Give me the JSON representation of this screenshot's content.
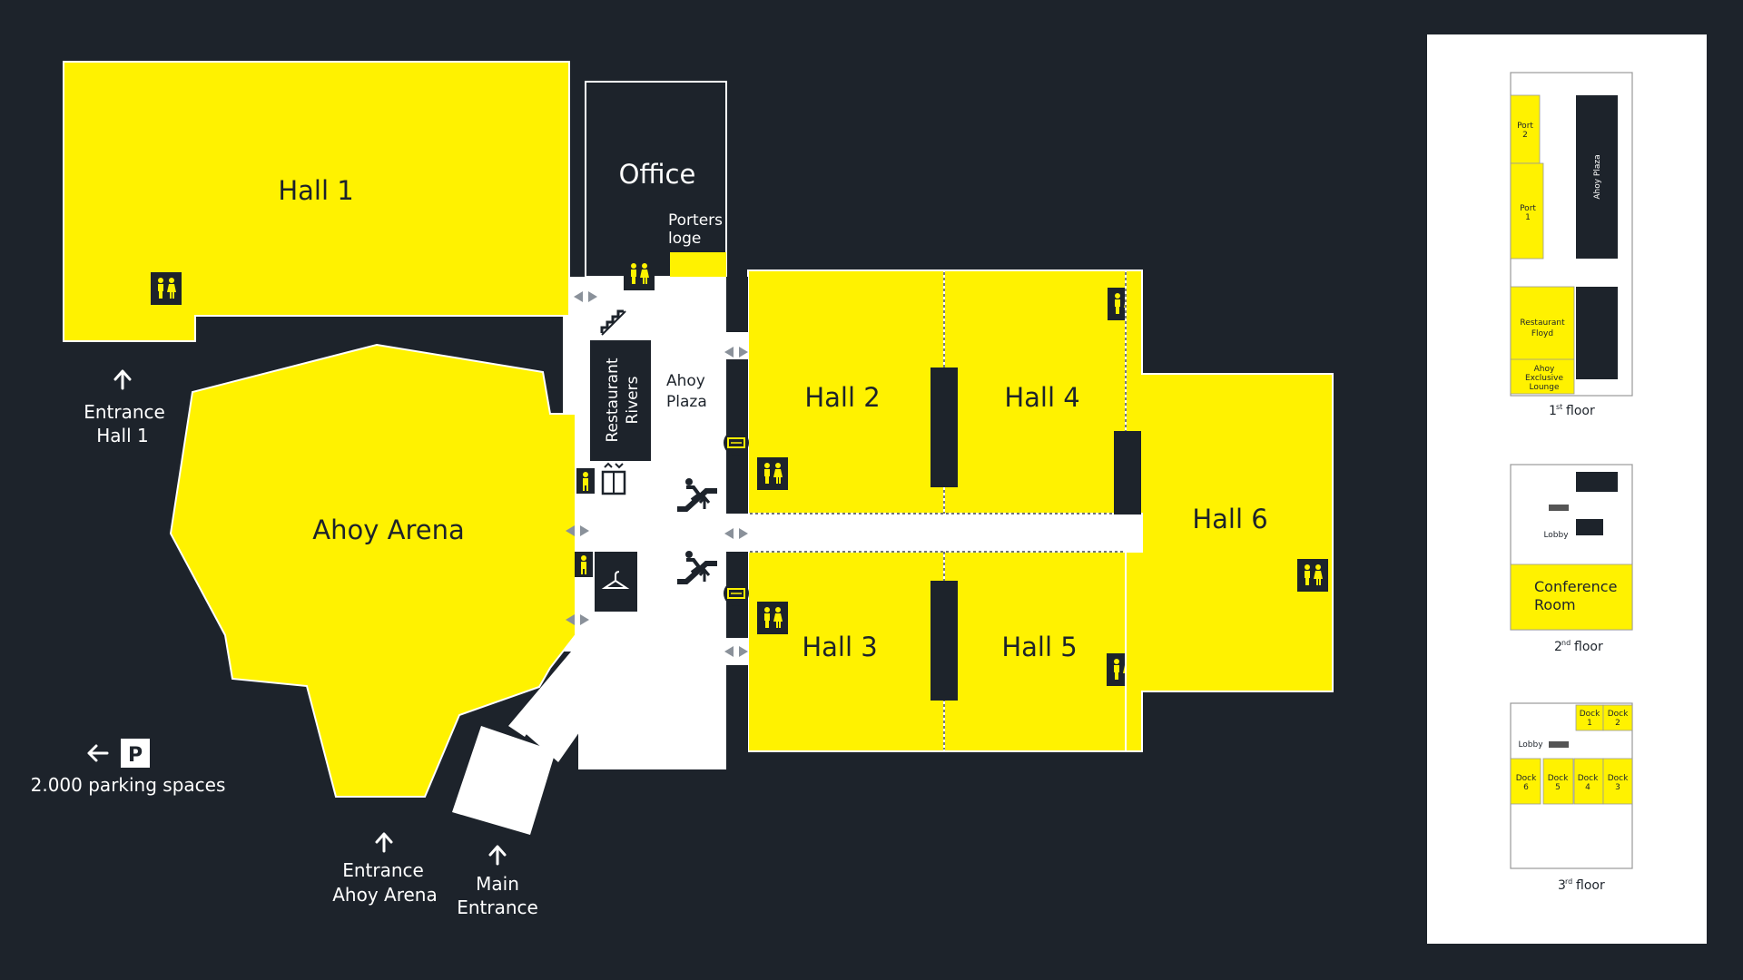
{
  "colors": {
    "background": "#1d232b",
    "hall": "#fff200",
    "corridor": "#ffffff",
    "dark": "#1d232b",
    "door_arrow": "#8a919a"
  },
  "halls": {
    "hall1": "Hall 1",
    "hall2": "Hall 2",
    "hall3": "Hall 3",
    "hall4": "Hall 4",
    "hall5": "Hall 5",
    "hall6": "Hall 6",
    "arena": "Ahoy Arena"
  },
  "rooms": {
    "office": "Office",
    "porters_line1": "Porters",
    "porters_line2": "loge",
    "restaurant_line1": "Restaurant",
    "restaurant_line2": "Rivers",
    "plaza_line1": "Ahoy",
    "plaza_line2": "Plaza"
  },
  "entrances": {
    "hall1_line1": "Entrance",
    "hall1_line2": "Hall 1",
    "arena_line1": "Entrance",
    "arena_line2": "Ahoy Arena",
    "main_line1": "Main",
    "main_line2": "Entrance"
  },
  "parking": {
    "symbol": "P",
    "text": "2.000 parking spaces"
  },
  "icons": [
    "toilet-icon",
    "elevator-icon",
    "escalator-icon",
    "stairs-icon",
    "cloakroom-icon",
    "ticket-icon",
    "door-arrows-icon",
    "arrow-up-icon",
    "arrow-left-icon",
    "parking-icon"
  ],
  "mini_maps": {
    "floor1": {
      "port2_line1": "Port",
      "port2_line2": "2",
      "port1_line1": "Port",
      "port1_line2": "1",
      "plaza": "Ahoy Plaza",
      "restaurant_line1": "Restaurant",
      "restaurant_line2": "Floyd",
      "lounge_line1": "Ahoy",
      "lounge_line2": "Exclusive",
      "lounge_line3": "Lounge",
      "caption_num": "1",
      "caption_sup": "st",
      "caption_word": "floor"
    },
    "floor2": {
      "lobby": "Lobby",
      "conf_line1": "Conference",
      "conf_line2": "Room",
      "caption_num": "2",
      "caption_sup": "nd",
      "caption_word": "floor"
    },
    "floor3": {
      "dock1_line1": "Dock",
      "dock1_line2": "1",
      "dock2_line1": "Dock",
      "dock2_line2": "2",
      "dock3_line1": "Dock",
      "dock3_line2": "3",
      "dock4_line1": "Dock",
      "dock4_line2": "4",
      "dock5_line1": "Dock",
      "dock5_line2": "5",
      "dock6_line1": "Dock",
      "dock6_line2": "6",
      "lobby": "Lobby",
      "caption_num": "3",
      "caption_sup": "rd",
      "caption_word": "floor"
    }
  }
}
